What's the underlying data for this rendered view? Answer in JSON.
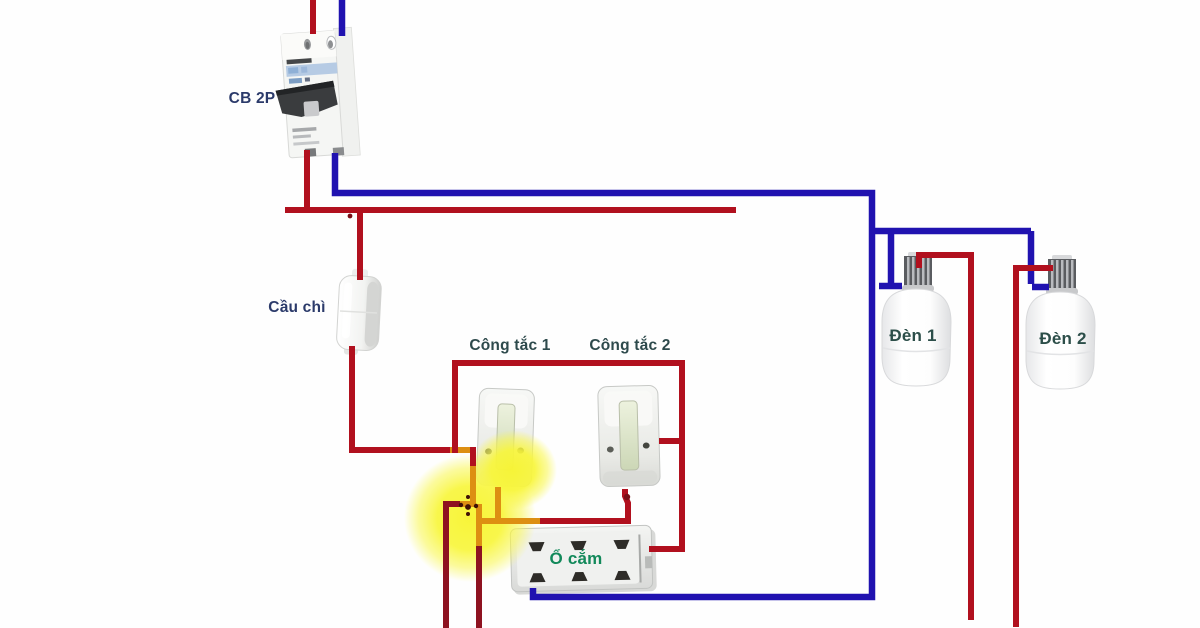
{
  "labels": {
    "breaker": "CB 2P",
    "fuse": "Cầu chì",
    "switch1": "Công tắc 1",
    "switch2": "Công tắc 2",
    "socket": "Ổ cắm",
    "lamp1": "Đèn 1",
    "lamp2": "Đèn 2"
  },
  "colors": {
    "live": "#b1101e",
    "live_dark": "#8e1220",
    "live_glow": "#dd8f12",
    "neutral": "#2012b0",
    "glow": "#f8f63c",
    "label_navy": "#2b3a6a",
    "label_teal": "#2e4a4c",
    "label_green": "#12895a",
    "label_lamp": "#2c4e49"
  },
  "wire_nets": {
    "red": "live",
    "blue": "neutral"
  },
  "diagram_type": "electrical wiring: 2-pole breaker, fuse, 2 switches, 1 socket, 2 lamps"
}
